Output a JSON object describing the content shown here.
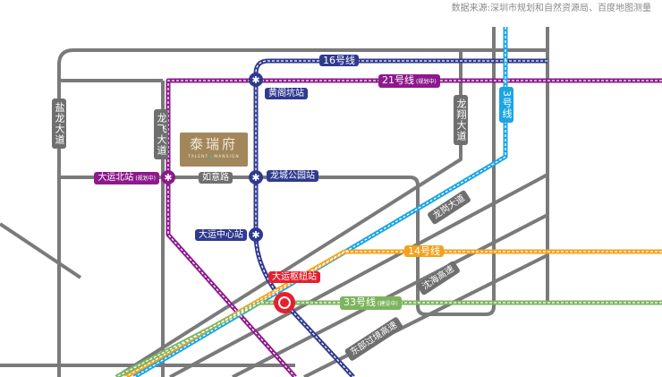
{
  "source_note": "数据来源:深圳市规划和自然资源局、百度地图测量",
  "project": {
    "name_cn": "泰瑞府",
    "name_en_1": "TALENT",
    "name_en_2": "MANSION"
  },
  "lines": [
    {
      "id": "16",
      "label": "16号线",
      "status": "",
      "color": "#2f3a8f"
    },
    {
      "id": "21",
      "label": "21号线",
      "status": "(规划中)",
      "color": "#8c1a8c"
    },
    {
      "id": "3",
      "label": "3号线",
      "status": "",
      "color": "#1ca5e4"
    },
    {
      "id": "14",
      "label": "14号线",
      "status": "",
      "color": "#f2a21e"
    },
    {
      "id": "33",
      "label": "33号线",
      "status": "(建设中)",
      "color": "#7db45e"
    }
  ],
  "stations": {
    "huangge": "黄阁坑站",
    "longcheng": "龙城公园站",
    "dayun_center": "大运中心站",
    "dayun_north": "大运北站",
    "dayun_north_status": "(规划中)",
    "dayun_hub": "大运枢纽站"
  },
  "roads": {
    "yanlong": "盐龙大道",
    "longfei": "龙飞大道",
    "longxiang": "龙翔大道",
    "ruyi": "如意路",
    "longgang": "龙岗大道",
    "shenhai": "沈海高速",
    "dongbu": "东部过境高速"
  }
}
